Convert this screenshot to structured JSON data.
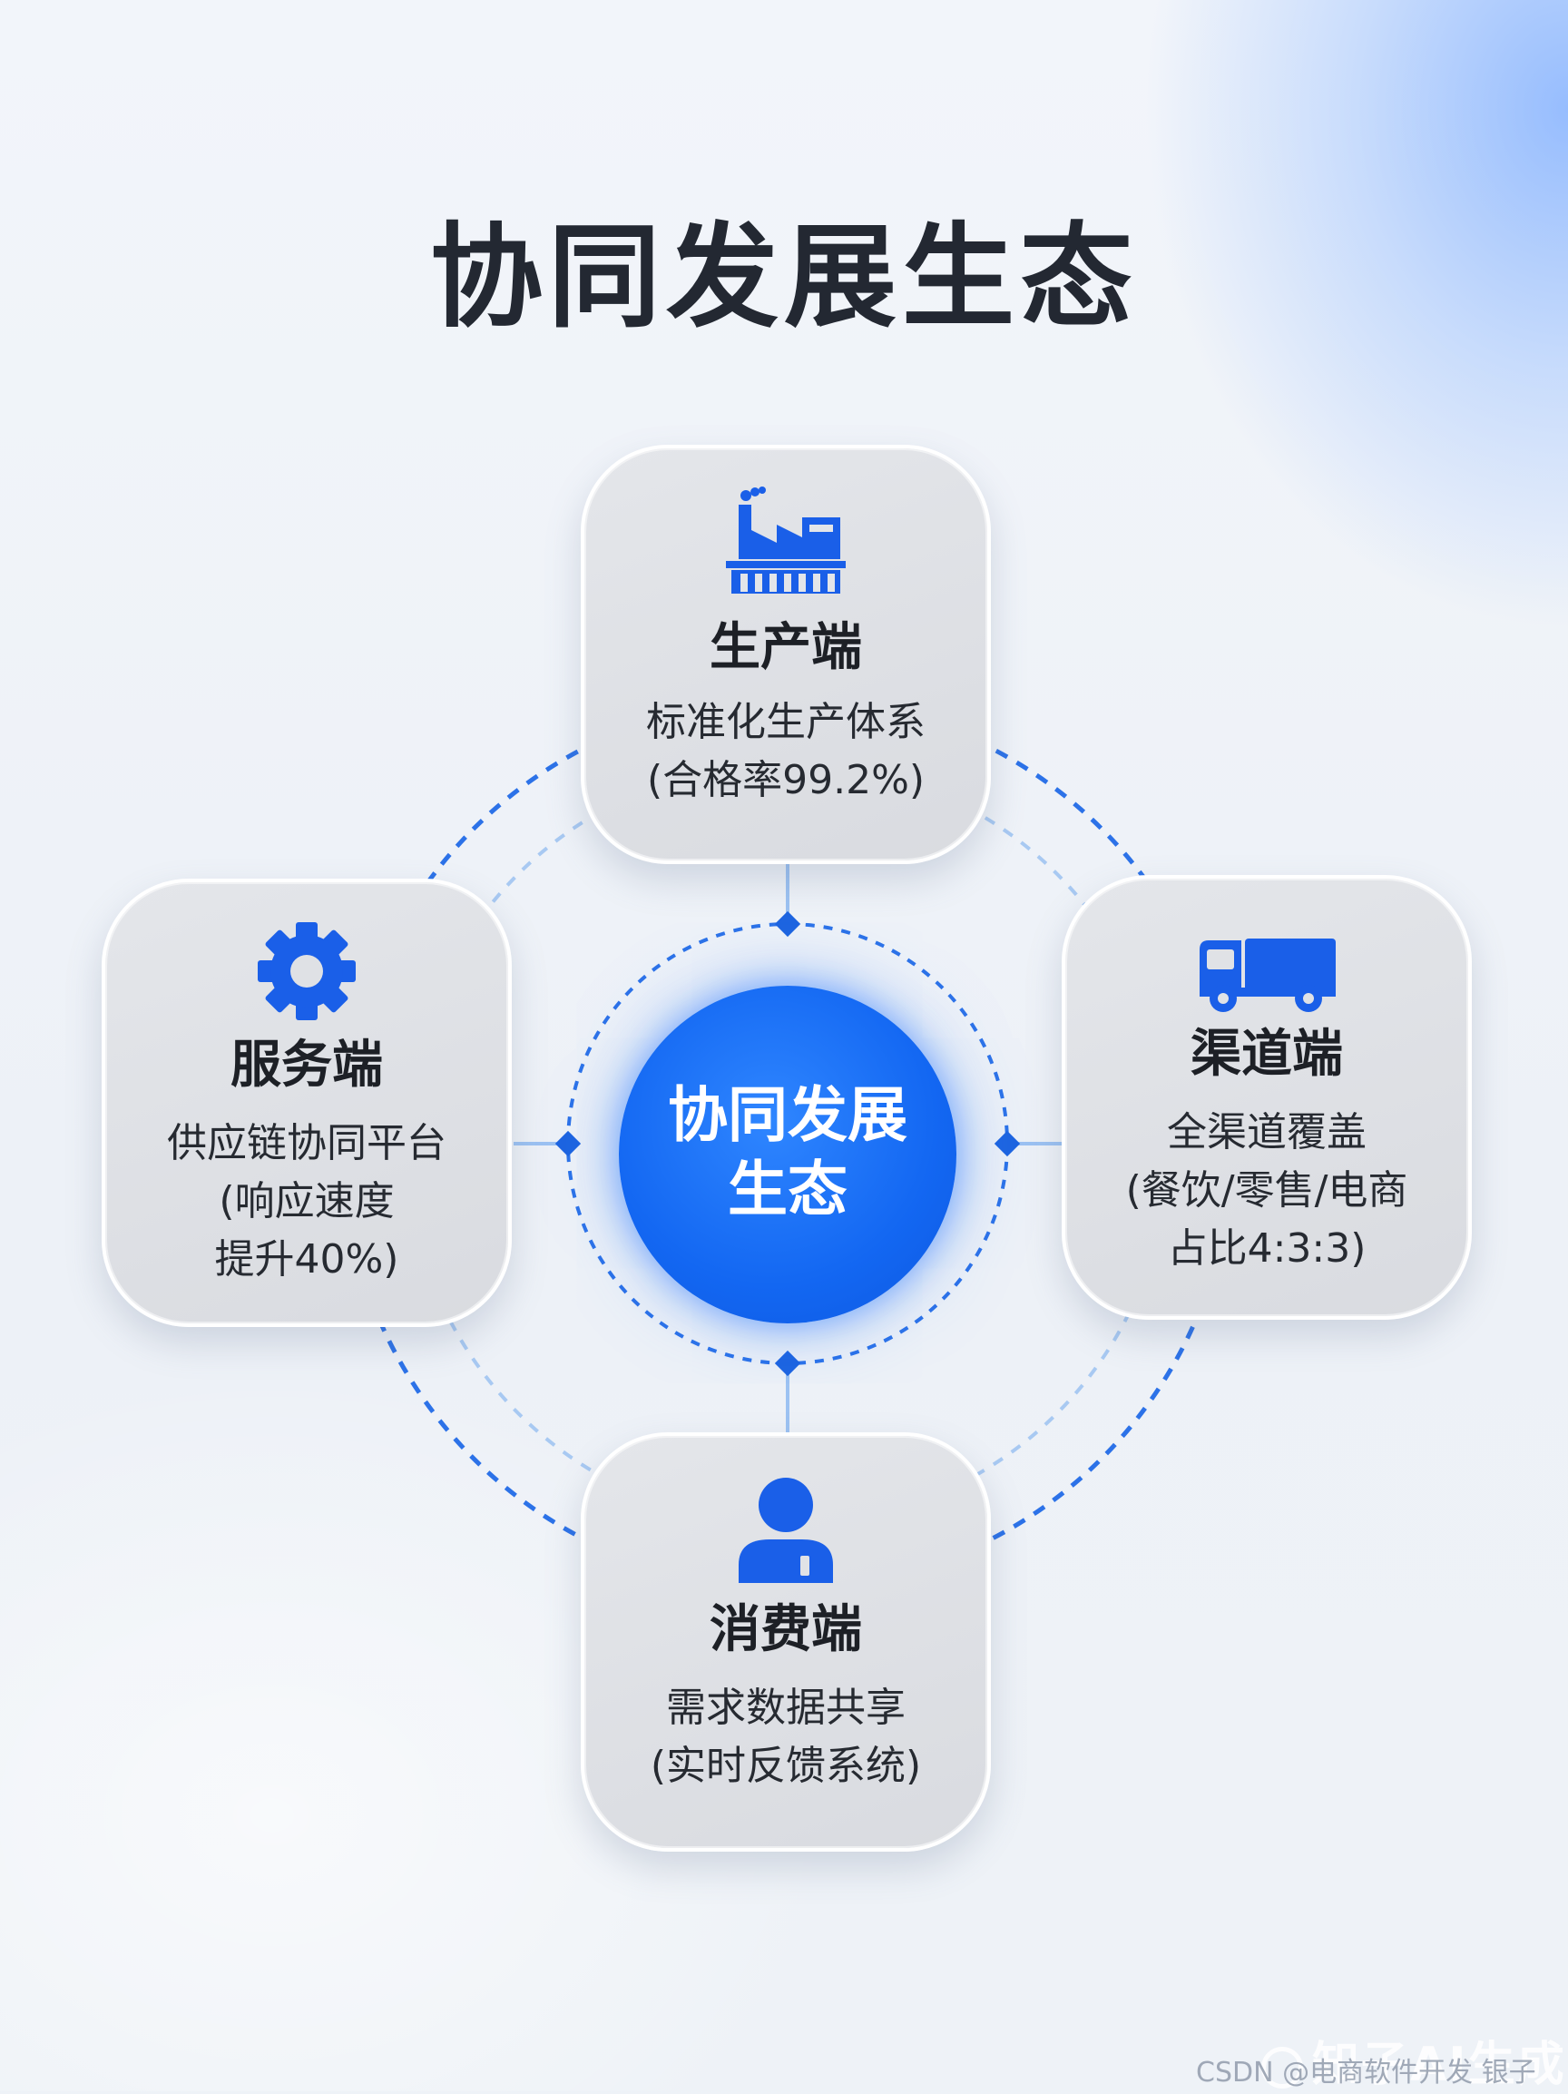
{
  "title": "协同发展生态",
  "center": {
    "line1": "协同发展",
    "line2": "生态"
  },
  "nodes": {
    "top": {
      "name": "生产端",
      "desc": [
        "标准化生产体系",
        "(合格率99.2%)"
      ],
      "icon": "factory-icon"
    },
    "left": {
      "name": "服务端",
      "desc": [
        "供应链协同平台",
        "(响应速度",
        "提升40%)"
      ],
      "icon": "gear-icon"
    },
    "right": {
      "name": "渠道端",
      "desc": [
        "全渠道覆盖",
        "(餐饮/零售/电商",
        "占比4:3:3)"
      ],
      "icon": "truck-icon"
    },
    "bottom": {
      "name": "消费端",
      "desc": [
        "需求数据共享",
        "(实时反馈系统)"
      ],
      "icon": "user-icon"
    }
  },
  "colors": {
    "accent": "#1367f2",
    "ring_dark": "#2c72e8",
    "ring_light": "#9cc2f2",
    "title": "#232832"
  },
  "watermark": {
    "logo": "知子AI生成",
    "source": "CSDN @电商软件开发 银子"
  }
}
